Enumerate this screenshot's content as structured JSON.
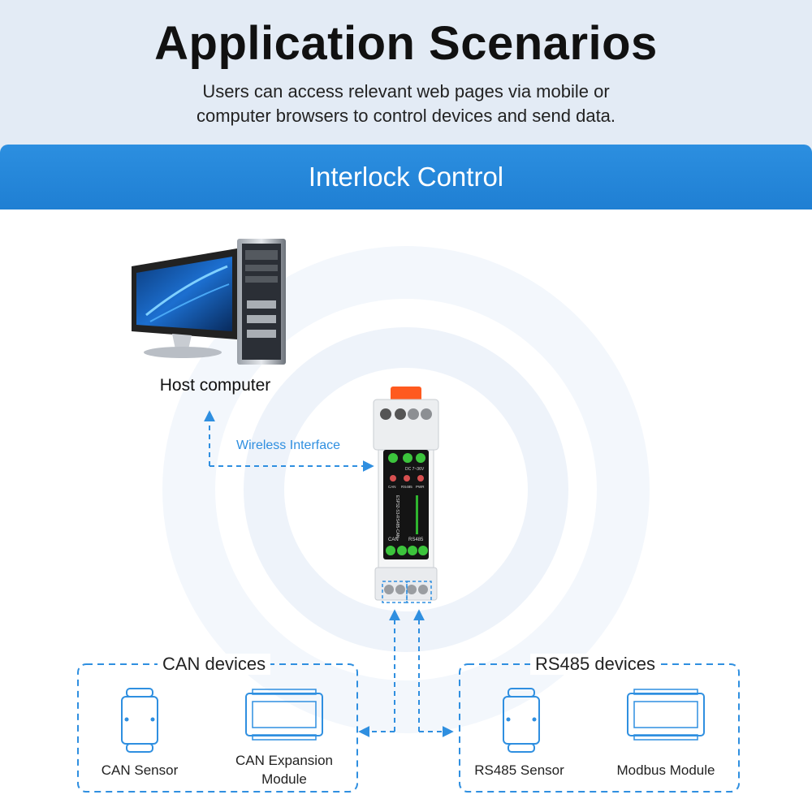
{
  "header": {
    "title": "Application Scenarios",
    "subtitle_line1": "Users can access relevant web pages via mobile or",
    "subtitle_line2": "computer browsers to control devices and send data."
  },
  "banner": {
    "label": "Interlock Control"
  },
  "diagram": {
    "host_label": "Host computer",
    "wireless_label": "Wireless Interface",
    "module_text": {
      "power": "DC 7~36V",
      "indicators": [
        "CAN",
        "RS485",
        "PWR"
      ],
      "model": "ESP32-S3-RS485-CAN",
      "port_can": "CAN",
      "port_rs485": "RS485"
    },
    "groups": [
      {
        "title": "CAN devices",
        "devices": [
          "CAN Sensor",
          "CAN Expansion Module"
        ]
      },
      {
        "title": "RS485 devices",
        "devices": [
          "RS485 Sensor",
          "Modbus Module"
        ]
      }
    ]
  },
  "colors": {
    "accent": "#2f8fe0",
    "banner": "#1f7fd3",
    "header_bg": "#e3ebf5",
    "module_green": "#2fb52f"
  },
  "icons": [
    "computer-icon",
    "gateway-module-icon",
    "sensor-icon",
    "expansion-module-icon"
  ]
}
